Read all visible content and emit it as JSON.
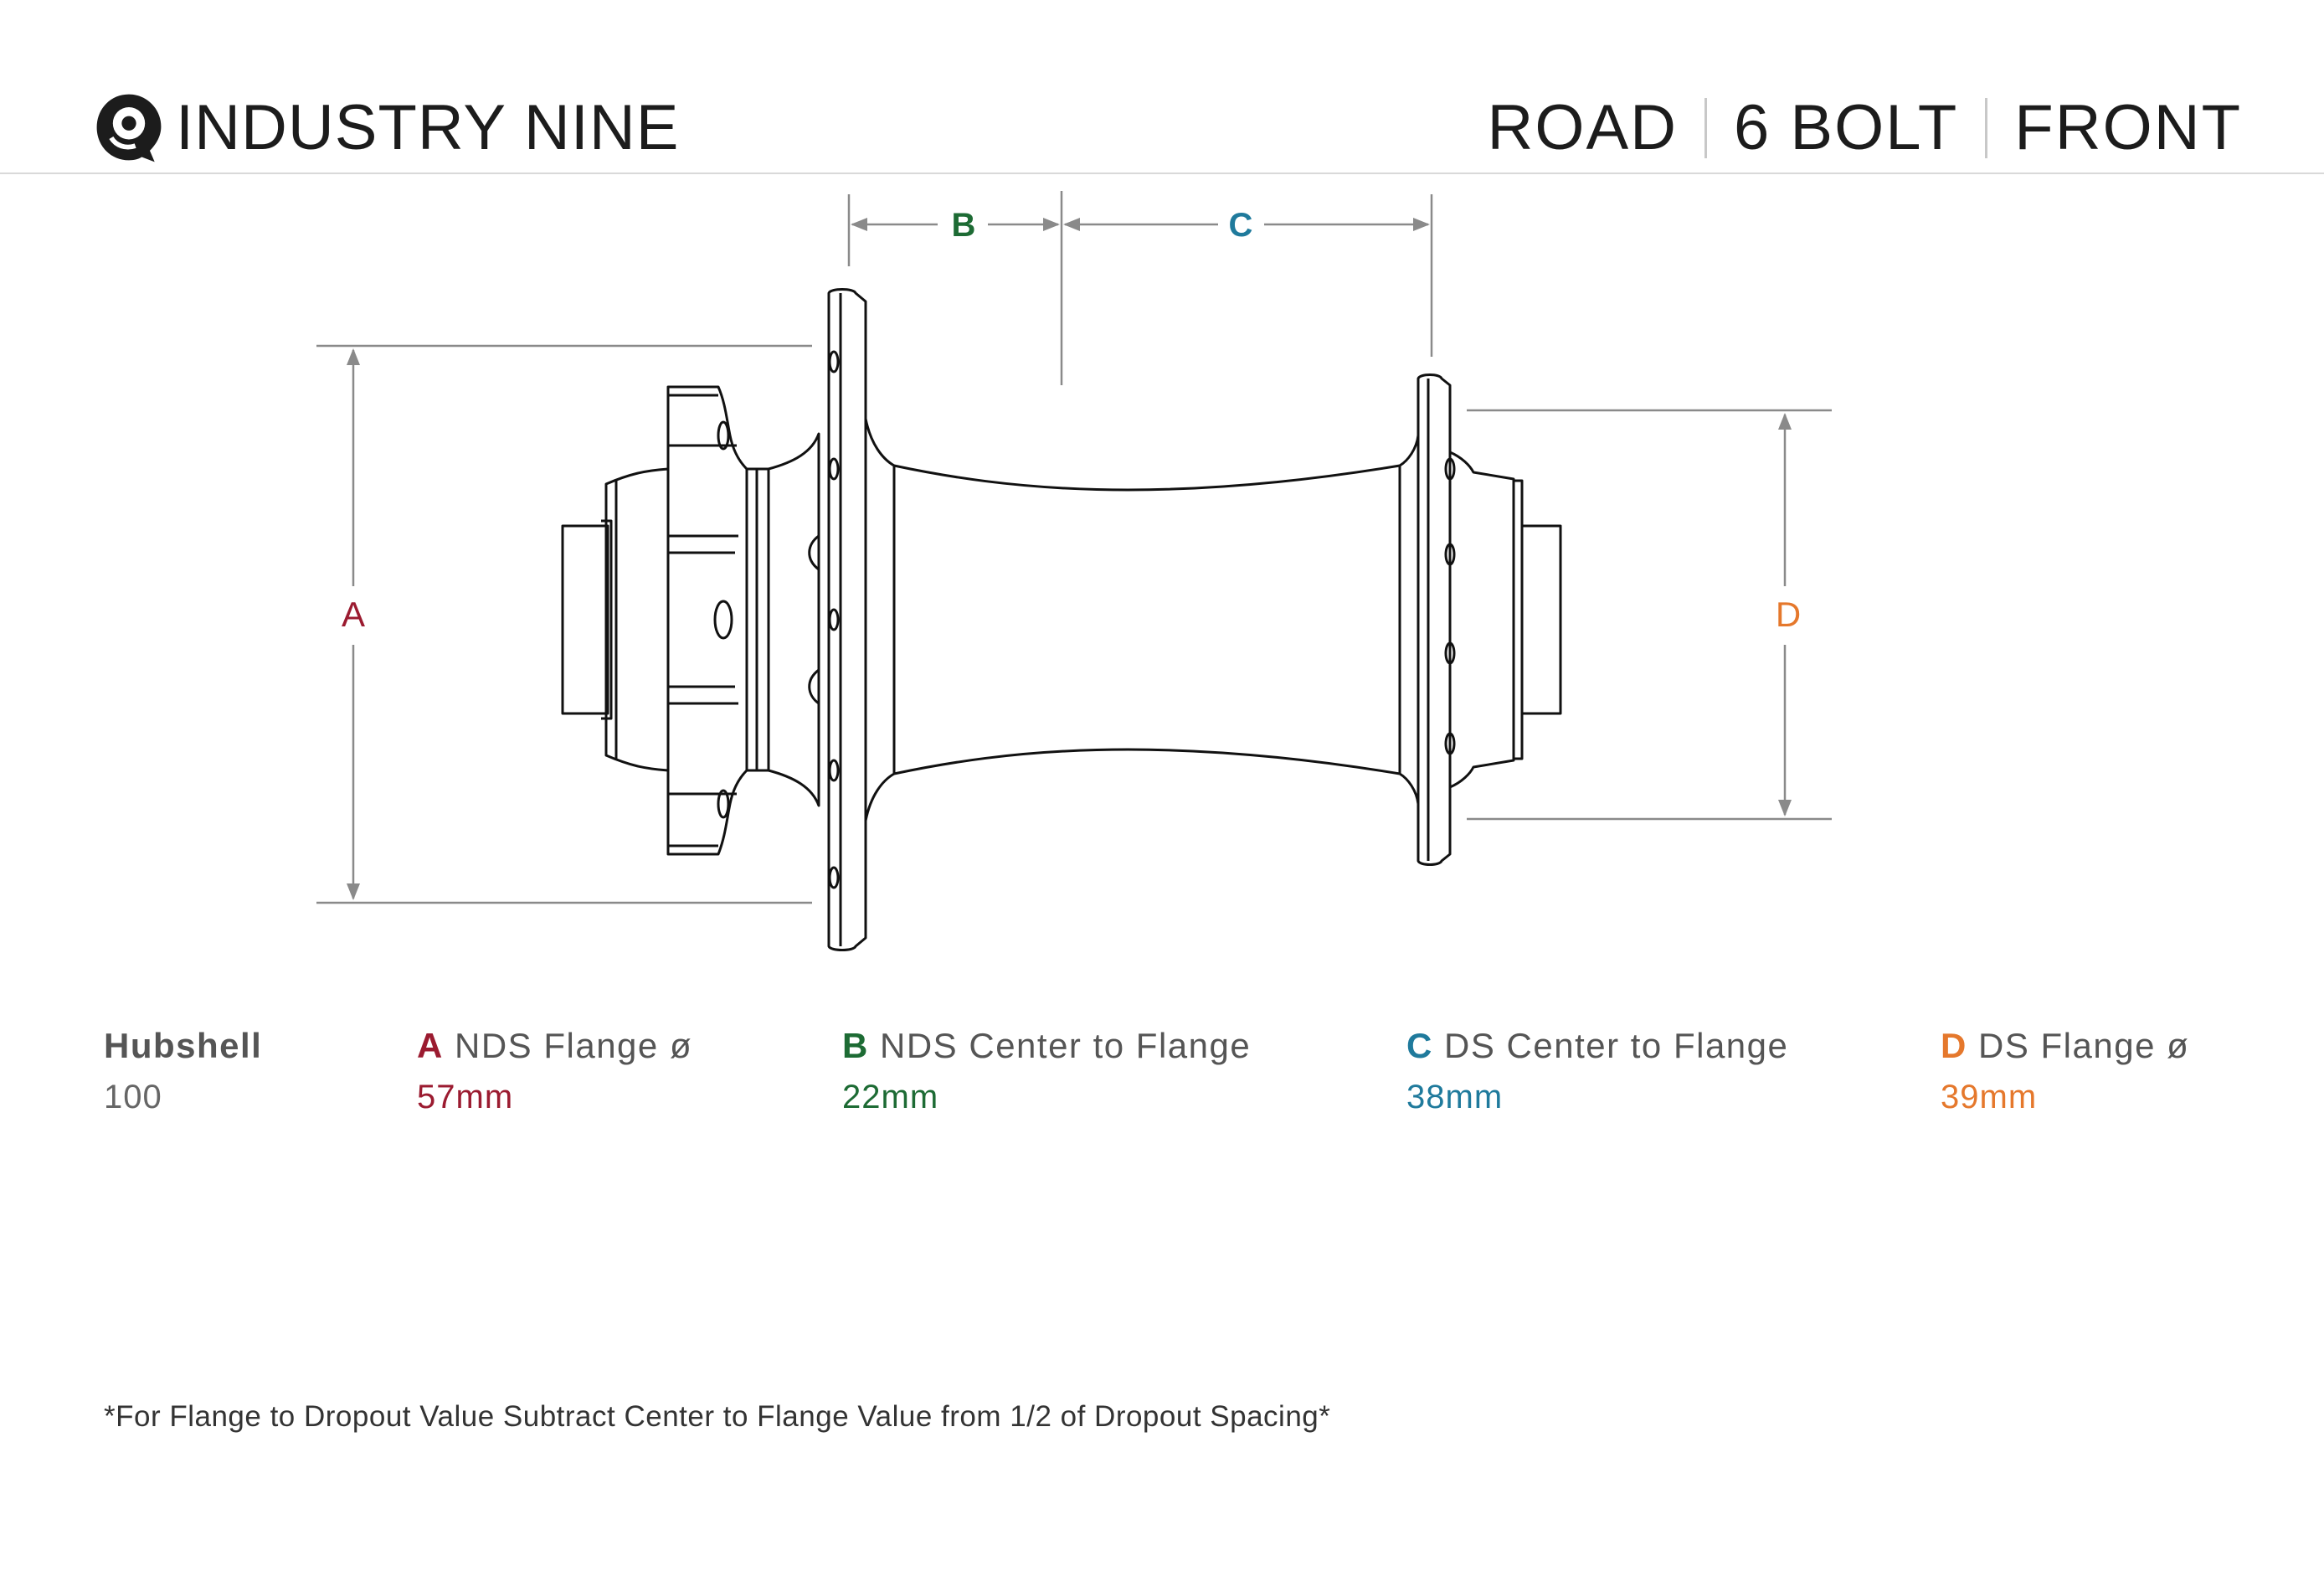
{
  "header": {
    "brand": "INDUSTRY NINE",
    "product": [
      "ROAD",
      "6 BOLT",
      "FRONT"
    ]
  },
  "dimension_letters": {
    "a": "A",
    "b": "B",
    "c": "C",
    "d": "D"
  },
  "specs": {
    "hubshell": {
      "label": "Hubshell",
      "value": "100"
    },
    "a": {
      "letter": "A",
      "label": " NDS Flange ø",
      "value": "57mm"
    },
    "b": {
      "letter": "B",
      "label": " NDS Center to Flange",
      "value": "22mm"
    },
    "c": {
      "letter": "C",
      "label": " DS Center to Flange",
      "value": "38mm"
    },
    "d": {
      "letter": "D",
      "label": " DS Flange ø",
      "value": "39mm"
    }
  },
  "colors": {
    "a": "#9b1b30",
    "b": "#1d6b34",
    "c": "#1f7a9c",
    "d": "#e5782c",
    "dim_line": "#8a8a8a",
    "outline": "#111111"
  },
  "icons": {
    "logo": "industry-nine-logo-icon"
  },
  "footnote": "*For Flange to Dropout Value Subtract Center to Flange Value from 1/2 of Dropout Spacing*"
}
